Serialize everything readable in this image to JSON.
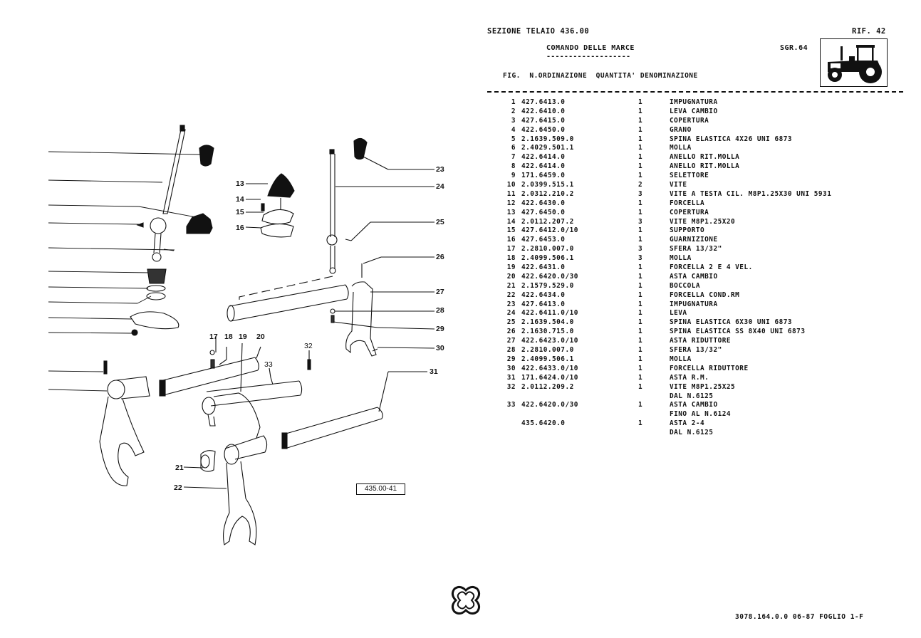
{
  "header": {
    "section": "SEZIONE TELAIO 436.00",
    "reference": "RIF. 42",
    "title": "COMANDO DELLE MARCE",
    "title_underline": "-------------------",
    "subgroup": "SGR.64",
    "tractor_icon": "tractor-icon"
  },
  "columns": {
    "fig": "FIG.",
    "order_no": "N.ORDINAZIONE",
    "quantity": "QUANTITA'",
    "description": "DENOMINAZIONE"
  },
  "parts": [
    {
      "fig": "1",
      "order_no": "427.6413.0",
      "qty": "1",
      "desc": "IMPUGNATURA"
    },
    {
      "fig": "2",
      "order_no": "422.6410.0",
      "qty": "1",
      "desc": "LEVA CAMBIO"
    },
    {
      "fig": "3",
      "order_no": "427.6415.0",
      "qty": "1",
      "desc": "COPERTURA"
    },
    {
      "fig": "4",
      "order_no": "422.6450.0",
      "qty": "1",
      "desc": "GRANO"
    },
    {
      "fig": "5",
      "order_no": "2.1639.509.0",
      "qty": "1",
      "desc": "SPINA ELASTICA 4X26 UNI 6873"
    },
    {
      "fig": "6",
      "order_no": "2.4029.501.1",
      "qty": "1",
      "desc": "MOLLA"
    },
    {
      "fig": "7",
      "order_no": "422.6414.0",
      "qty": "1",
      "desc": "ANELLO RIT.MOLLA"
    },
    {
      "fig": "8",
      "order_no": "422.6414.0",
      "qty": "1",
      "desc": "ANELLO RIT.MOLLA"
    },
    {
      "fig": "9",
      "order_no": "171.6459.0",
      "qty": "1",
      "desc": "SELETTORE"
    },
    {
      "fig": "10",
      "order_no": "2.0399.515.1",
      "qty": "2",
      "desc": "VITE"
    },
    {
      "fig": "11",
      "order_no": "2.0312.210.2",
      "qty": "3",
      "desc": "VITE A TESTA CIL. M8P1.25X30 UNI 5931"
    },
    {
      "fig": "12",
      "order_no": "422.6430.0",
      "qty": "1",
      "desc": "FORCELLA"
    },
    {
      "fig": "13",
      "order_no": "427.6450.0",
      "qty": "1",
      "desc": "COPERTURA"
    },
    {
      "fig": "14",
      "order_no": "2.0112.207.2",
      "qty": "3",
      "desc": "VITE M8P1.25X20"
    },
    {
      "fig": "15",
      "order_no": "427.6412.0/10",
      "qty": "1",
      "desc": "SUPPORTO"
    },
    {
      "fig": "16",
      "order_no": "427.6453.0",
      "qty": "1",
      "desc": "GUARNIZIONE"
    },
    {
      "fig": "17",
      "order_no": "2.2810.007.0",
      "qty": "3",
      "desc": "SFERA  13/32\""
    },
    {
      "fig": "18",
      "order_no": "2.4099.506.1",
      "qty": "3",
      "desc": "MOLLA"
    },
    {
      "fig": "19",
      "order_no": "422.6431.0",
      "qty": "1",
      "desc": "FORCELLA 2 E 4 VEL."
    },
    {
      "fig": "20",
      "order_no": "422.6420.0/30",
      "qty": "1",
      "desc": "ASTA CAMBIO"
    },
    {
      "fig": "21",
      "order_no": "2.1579.529.0",
      "qty": "1",
      "desc": "BOCCOLA"
    },
    {
      "fig": "22",
      "order_no": "422.6434.0",
      "qty": "1",
      "desc": "FORCELLA COND.RM"
    },
    {
      "fig": "23",
      "order_no": "427.6413.0",
      "qty": "1",
      "desc": "IMPUGNATURA"
    },
    {
      "fig": "24",
      "order_no": "422.6411.0/10",
      "qty": "1",
      "desc": "LEVA"
    },
    {
      "fig": "25",
      "order_no": "2.1639.504.0",
      "qty": "1",
      "desc": "SPINA ELASTICA 6X30 UNI 6873"
    },
    {
      "fig": "26",
      "order_no": "2.1630.715.0",
      "qty": "1",
      "desc": "SPINA ELASTICA SS 8X40 UNI 6873"
    },
    {
      "fig": "27",
      "order_no": "422.6423.0/10",
      "qty": "1",
      "desc": "ASTA RIDUTTORE"
    },
    {
      "fig": "28",
      "order_no": "2.2810.007.0",
      "qty": "1",
      "desc": "SFERA  13/32\""
    },
    {
      "fig": "29",
      "order_no": "2.4099.506.1",
      "qty": "1",
      "desc": "MOLLA"
    },
    {
      "fig": "30",
      "order_no": "422.6433.0/10",
      "qty": "1",
      "desc": "FORCELLA RIDUTTORE"
    },
    {
      "fig": "31",
      "order_no": "171.6424.0/10",
      "qty": "1",
      "desc": "ASTA R.M."
    },
    {
      "fig": "32",
      "order_no": "2.0112.209.2",
      "qty": "1",
      "desc": "VITE M8P1.25X25"
    },
    {
      "fig": "",
      "order_no": "",
      "qty": "",
      "desc": "DAL N.6125"
    },
    {
      "fig": "33",
      "order_no": "422.6420.0/30",
      "qty": "1",
      "desc": "ASTA CAMBIO"
    },
    {
      "fig": "",
      "order_no": "",
      "qty": "",
      "desc": "FINO AL N.6124"
    },
    {
      "fig": "",
      "order_no": "435.6420.0",
      "qty": "1",
      "desc": "ASTA 2-4"
    },
    {
      "fig": "",
      "order_no": "",
      "qty": "",
      "desc": "DAL N.6125"
    }
  ],
  "diagram": {
    "figure_code": "435.00-41",
    "callouts": [
      "13",
      "14",
      "15",
      "16",
      "17",
      "18",
      "19",
      "20",
      "21",
      "22",
      "23",
      "24",
      "25",
      "26",
      "27",
      "28",
      "29",
      "30",
      "31",
      "32",
      "33"
    ]
  },
  "footer": {
    "code": "3078.164.0.0 06-87 FOGLIO  1-F",
    "logo_icon": "knot-logo-icon"
  }
}
